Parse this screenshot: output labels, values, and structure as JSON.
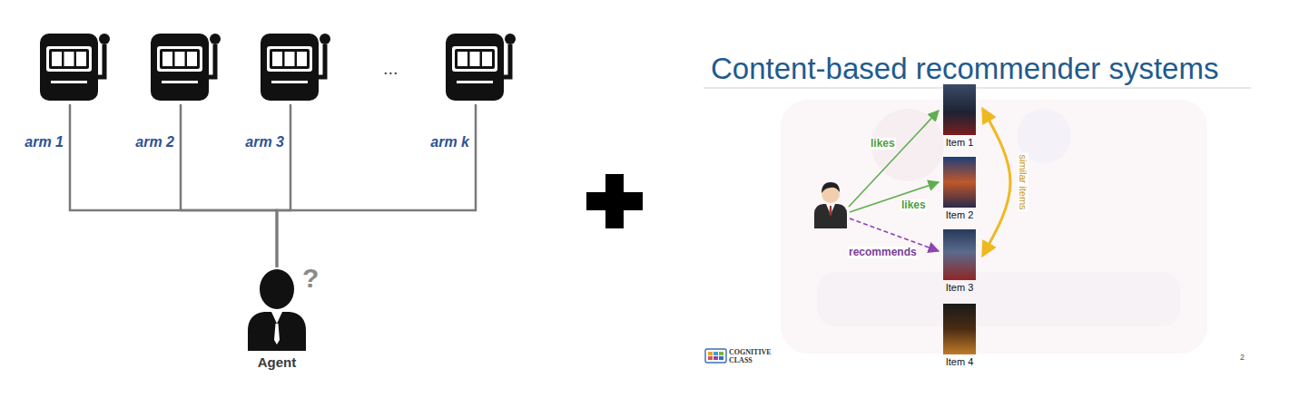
{
  "diagram": {
    "nodes": [
      {
        "text": [
          "arm 1"
        ]
      },
      {
        "text": [
          "arm 2"
        ]
      },
      {
        "text": [
          "arm 3"
        ]
      },
      {
        "text": [
          "arm k"
        ]
      },
      {
        "text": [
          "Agent"
        ]
      },
      {
        "text": [
          "Content-based recommender systems"
        ]
      },
      {
        "text": [
          "Item 1"
        ],
        "in": 5
      },
      {
        "text": [
          "Item 2"
        ],
        "in": 5
      },
      {
        "text": [
          "Item 3"
        ],
        "in": 5
      },
      {
        "text": [
          "Item 4"
        ],
        "in": 5
      }
    ],
    "edges": [
      {
        "from": 0,
        "to": 4,
        "arrow": "none"
      },
      {
        "from": 1,
        "to": 4,
        "arrow": "none"
      },
      {
        "from": 2,
        "to": 4,
        "arrow": "none"
      },
      {
        "from": 3,
        "to": 4,
        "arrow": "none"
      },
      {
        "from": 6,
        "to": 8,
        "arrow": "both",
        "label": "similar items"
      }
    ],
    "labels": [
      "...",
      "?",
      "likes",
      "likes",
      "recommends",
      "COGNITIVE CLASS",
      "2"
    ]
  }
}
